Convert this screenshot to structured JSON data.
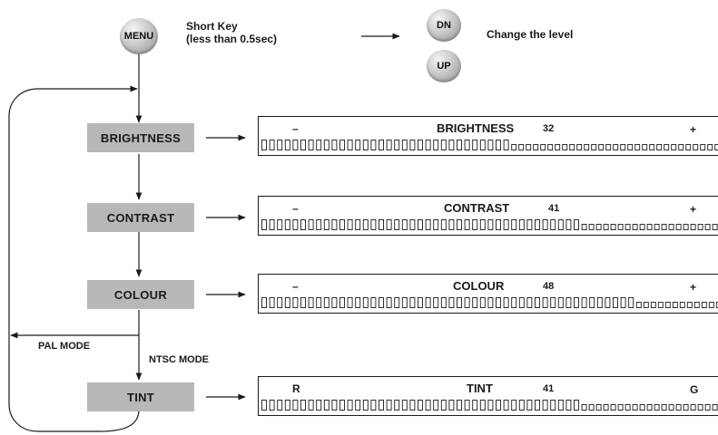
{
  "header": {
    "menu_button": "MENU",
    "short_key_line1": "Short Key",
    "short_key_line2": "(less than 0.5sec)",
    "dn_button": "DN",
    "up_button": "UP",
    "change_level": "Change the level"
  },
  "menu_items": [
    {
      "label": "BRIGHTNESS",
      "left": "–",
      "right": "+",
      "value": "32",
      "level": 32
    },
    {
      "label": "CONTRAST",
      "left": "–",
      "right": "+",
      "value": "41",
      "level": 41
    },
    {
      "label": "COLOUR",
      "left": "–",
      "right": "+",
      "value": "48",
      "level": 48
    },
    {
      "label": "TINT",
      "left": "R",
      "right": "G",
      "value": "41",
      "level": 41
    }
  ],
  "mode_labels": {
    "pal": "PAL MODE",
    "ntsc": "NTSC  MODE"
  },
  "colors": {
    "box_fill": "#b8b8b8",
    "line": "#1a1a1a"
  }
}
